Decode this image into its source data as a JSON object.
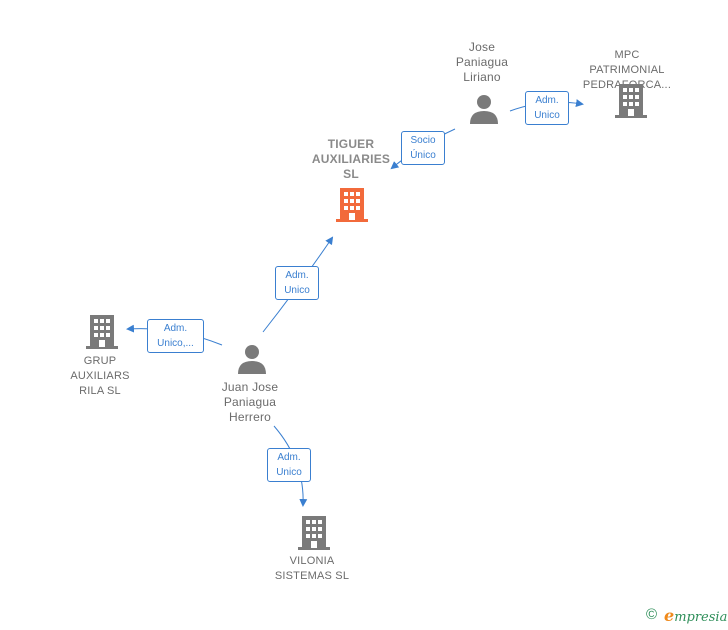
{
  "colors": {
    "edge": "#3a7fd0",
    "company": "#7a7a7a",
    "company_main": "#f26a3b",
    "person": "#7a7a7a"
  },
  "nodes": {
    "tiguer": {
      "type": "company-main",
      "lines": [
        "TIGUER",
        "AUXILIARIES",
        "SL"
      ]
    },
    "jose": {
      "type": "person",
      "lines": [
        "Jose",
        "Paniagua",
        "Liriano"
      ]
    },
    "mpc": {
      "type": "company",
      "lines": [
        "MPC",
        "PATRIMONIAL",
        "PEDRAFORCA..."
      ]
    },
    "juan": {
      "type": "person",
      "lines": [
        "Juan Jose",
        "Paniagua",
        "Herrero"
      ]
    },
    "grup": {
      "type": "company",
      "lines": [
        "GRUP",
        "AUXILIARS",
        "RILA  SL"
      ]
    },
    "vilonia": {
      "type": "company",
      "lines": [
        "VILONIA",
        "SISTEMAS  SL"
      ]
    }
  },
  "edges": {
    "jose_tiguer": {
      "lines": [
        "Socio",
        "Único"
      ]
    },
    "jose_mpc": {
      "lines": [
        "Adm.",
        "Unico"
      ]
    },
    "juan_tiguer": {
      "lines": [
        "Adm.",
        "Unico"
      ]
    },
    "juan_grup": {
      "lines": [
        "Adm.",
        "Unico,..."
      ]
    },
    "juan_vilonia": {
      "lines": [
        "Adm.",
        "Unico"
      ]
    }
  },
  "footer": {
    "copyright": "©",
    "brand_initial": "e",
    "brand_rest": "mpresia"
  }
}
